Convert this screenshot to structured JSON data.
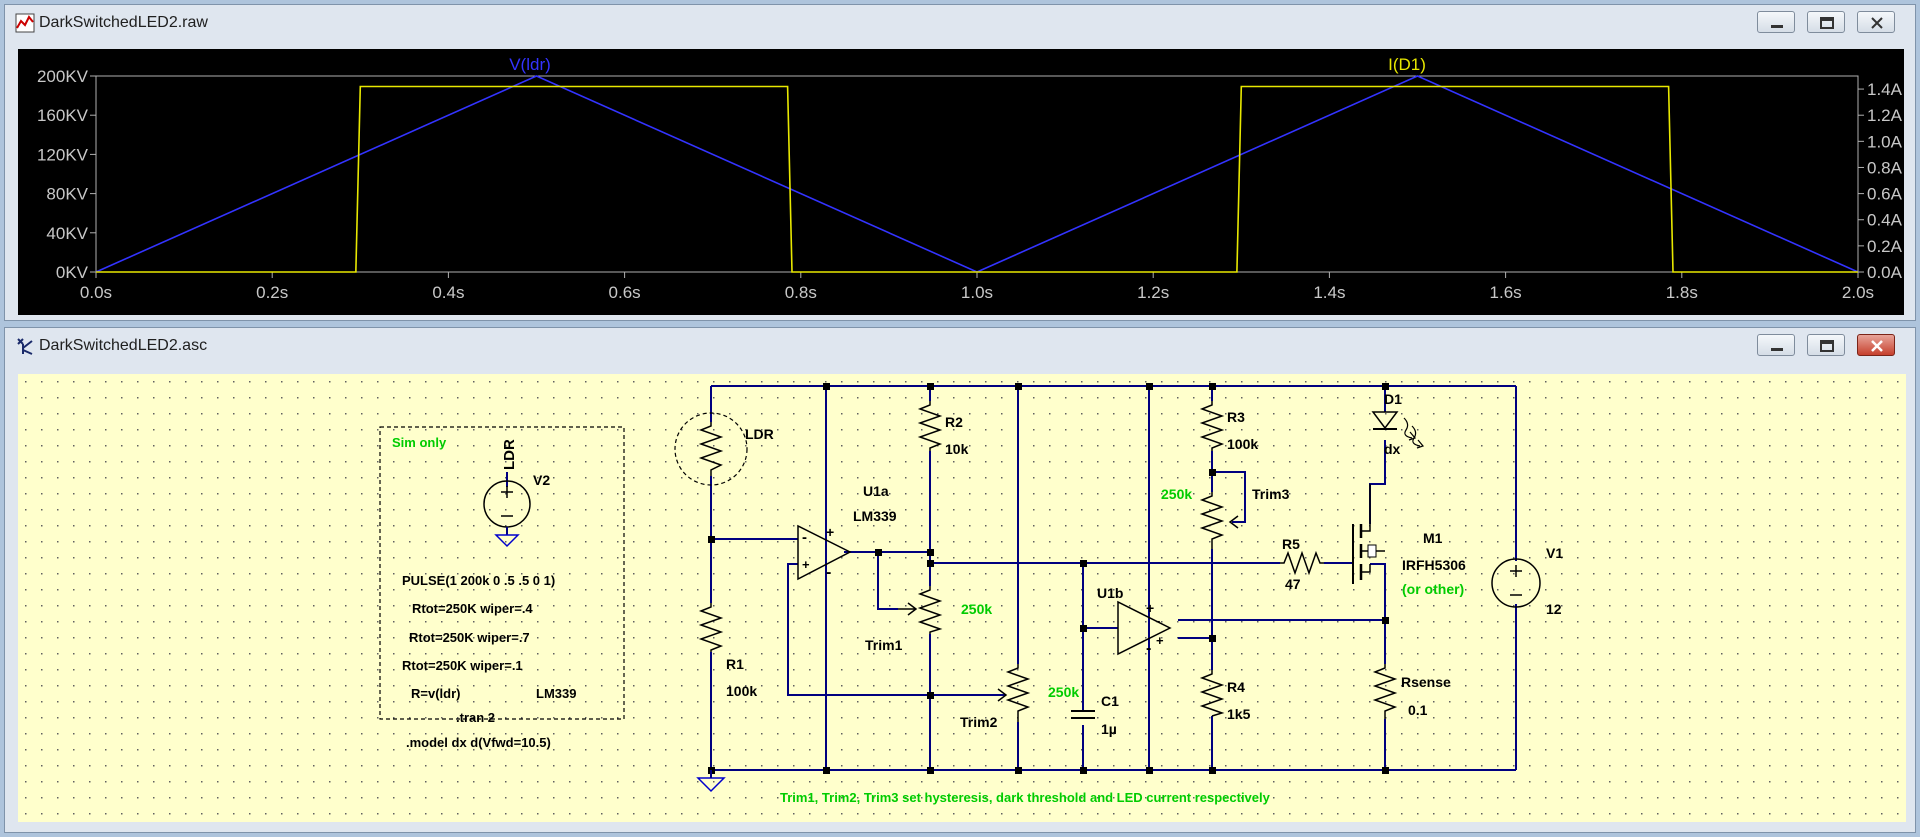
{
  "plot_window": {
    "title": "DarkSwitchedLED2.raw",
    "icon": "waveform-icon",
    "controls": [
      "minimize-icon",
      "restore-icon",
      "close-icon"
    ]
  },
  "schematic_window": {
    "title": "DarkSwitchedLED2.asc",
    "icon": "schematic-icon",
    "controls": [
      "minimize-icon",
      "restore-icon",
      "close-icon"
    ]
  },
  "chart_data": {
    "type": "line",
    "background": "#000000",
    "x": {
      "label": "",
      "range": [
        0,
        2.0
      ],
      "ticks": [
        "0.0s",
        "0.2s",
        "0.4s",
        "0.6s",
        "0.8s",
        "1.0s",
        "1.2s",
        "1.4s",
        "1.6s",
        "1.8s",
        "2.0s"
      ]
    },
    "y_left": {
      "range": [
        0,
        200
      ],
      "ticks": [
        "0KV",
        "40KV",
        "80KV",
        "120KV",
        "160KV",
        "200KV"
      ]
    },
    "y_right": {
      "range": [
        0,
        1.5
      ],
      "ticks": [
        "0.0A",
        "0.2A",
        "0.4A",
        "0.6A",
        "0.8A",
        "1.0A",
        "1.2A",
        "1.4A"
      ]
    },
    "series": [
      {
        "name": "V(ldr)",
        "color": "#3333ff",
        "axis": "left",
        "points": [
          [
            0.0,
            0
          ],
          [
            0.5,
            200
          ],
          [
            1.0,
            0
          ],
          [
            1.5,
            200
          ],
          [
            2.0,
            0
          ]
        ]
      },
      {
        "name": "I(D1)",
        "color": "#e8e800",
        "axis": "right",
        "points": [
          [
            0.0,
            0
          ],
          [
            0.295,
            0
          ],
          [
            0.295,
            0.02
          ],
          [
            0.3,
            1.42
          ],
          [
            0.785,
            1.42
          ],
          [
            0.79,
            0
          ],
          [
            1.295,
            0
          ],
          [
            1.3,
            1.42
          ],
          [
            1.785,
            1.42
          ],
          [
            1.79,
            0
          ],
          [
            2.0,
            0
          ]
        ]
      }
    ],
    "grid": false,
    "legend": "top"
  },
  "schematic": {
    "note_box": {
      "sim_only": "Sim only",
      "ldr_label": "LDR",
      "v2_label": "V2",
      "pulse": "PULSE(1 200k 0 .5 .5 0 1)",
      "rtot1": "Rtot=250K wiper=.4",
      "rtot2": "Rtot=250K wiper=.7",
      "rtot3": "Rtot=250K wiper=.1",
      "r_expr": "R=v(ldr)",
      "lm339": "LM339",
      "tran": ".tran 2",
      "model": ".model dx d(Vfwd=10.5)"
    },
    "labels": {
      "ldr": "LDR",
      "r1": "R1",
      "r1_val": "100k",
      "r2": "R2",
      "r2_val": "10k",
      "u1a": "U1a",
      "u1a_part": "LM339",
      "trim1": "Trim1",
      "trim1_val": "250k",
      "trim2": "Trim2",
      "trim2_val": "250k",
      "c1": "C1",
      "c1_val": "1µ",
      "u1b": "U1b",
      "r3": "R3",
      "r3_val": "100k",
      "trim3": "Trim3",
      "trim3_val": "250k",
      "r4": "R4",
      "r4_val": "1k5",
      "r5": "R5",
      "r5_val": "47",
      "d1": "D1",
      "d1_val": "dx",
      "m1": "M1",
      "m1_part": "IRFH5306",
      "m1_note": "(or other)",
      "rsense": "Rsense",
      "rsense_val": "0.1",
      "v1": "V1",
      "v1_val": "12"
    },
    "comment": "Trim1, Trim2, Trim3 set hysteresis, dark threshold and LED current respectively",
    "colors": {
      "background": "#ffffcc",
      "wire": "#000080",
      "component": "#000000",
      "green_text": "#00cc00",
      "bold_value": "#000000"
    }
  }
}
